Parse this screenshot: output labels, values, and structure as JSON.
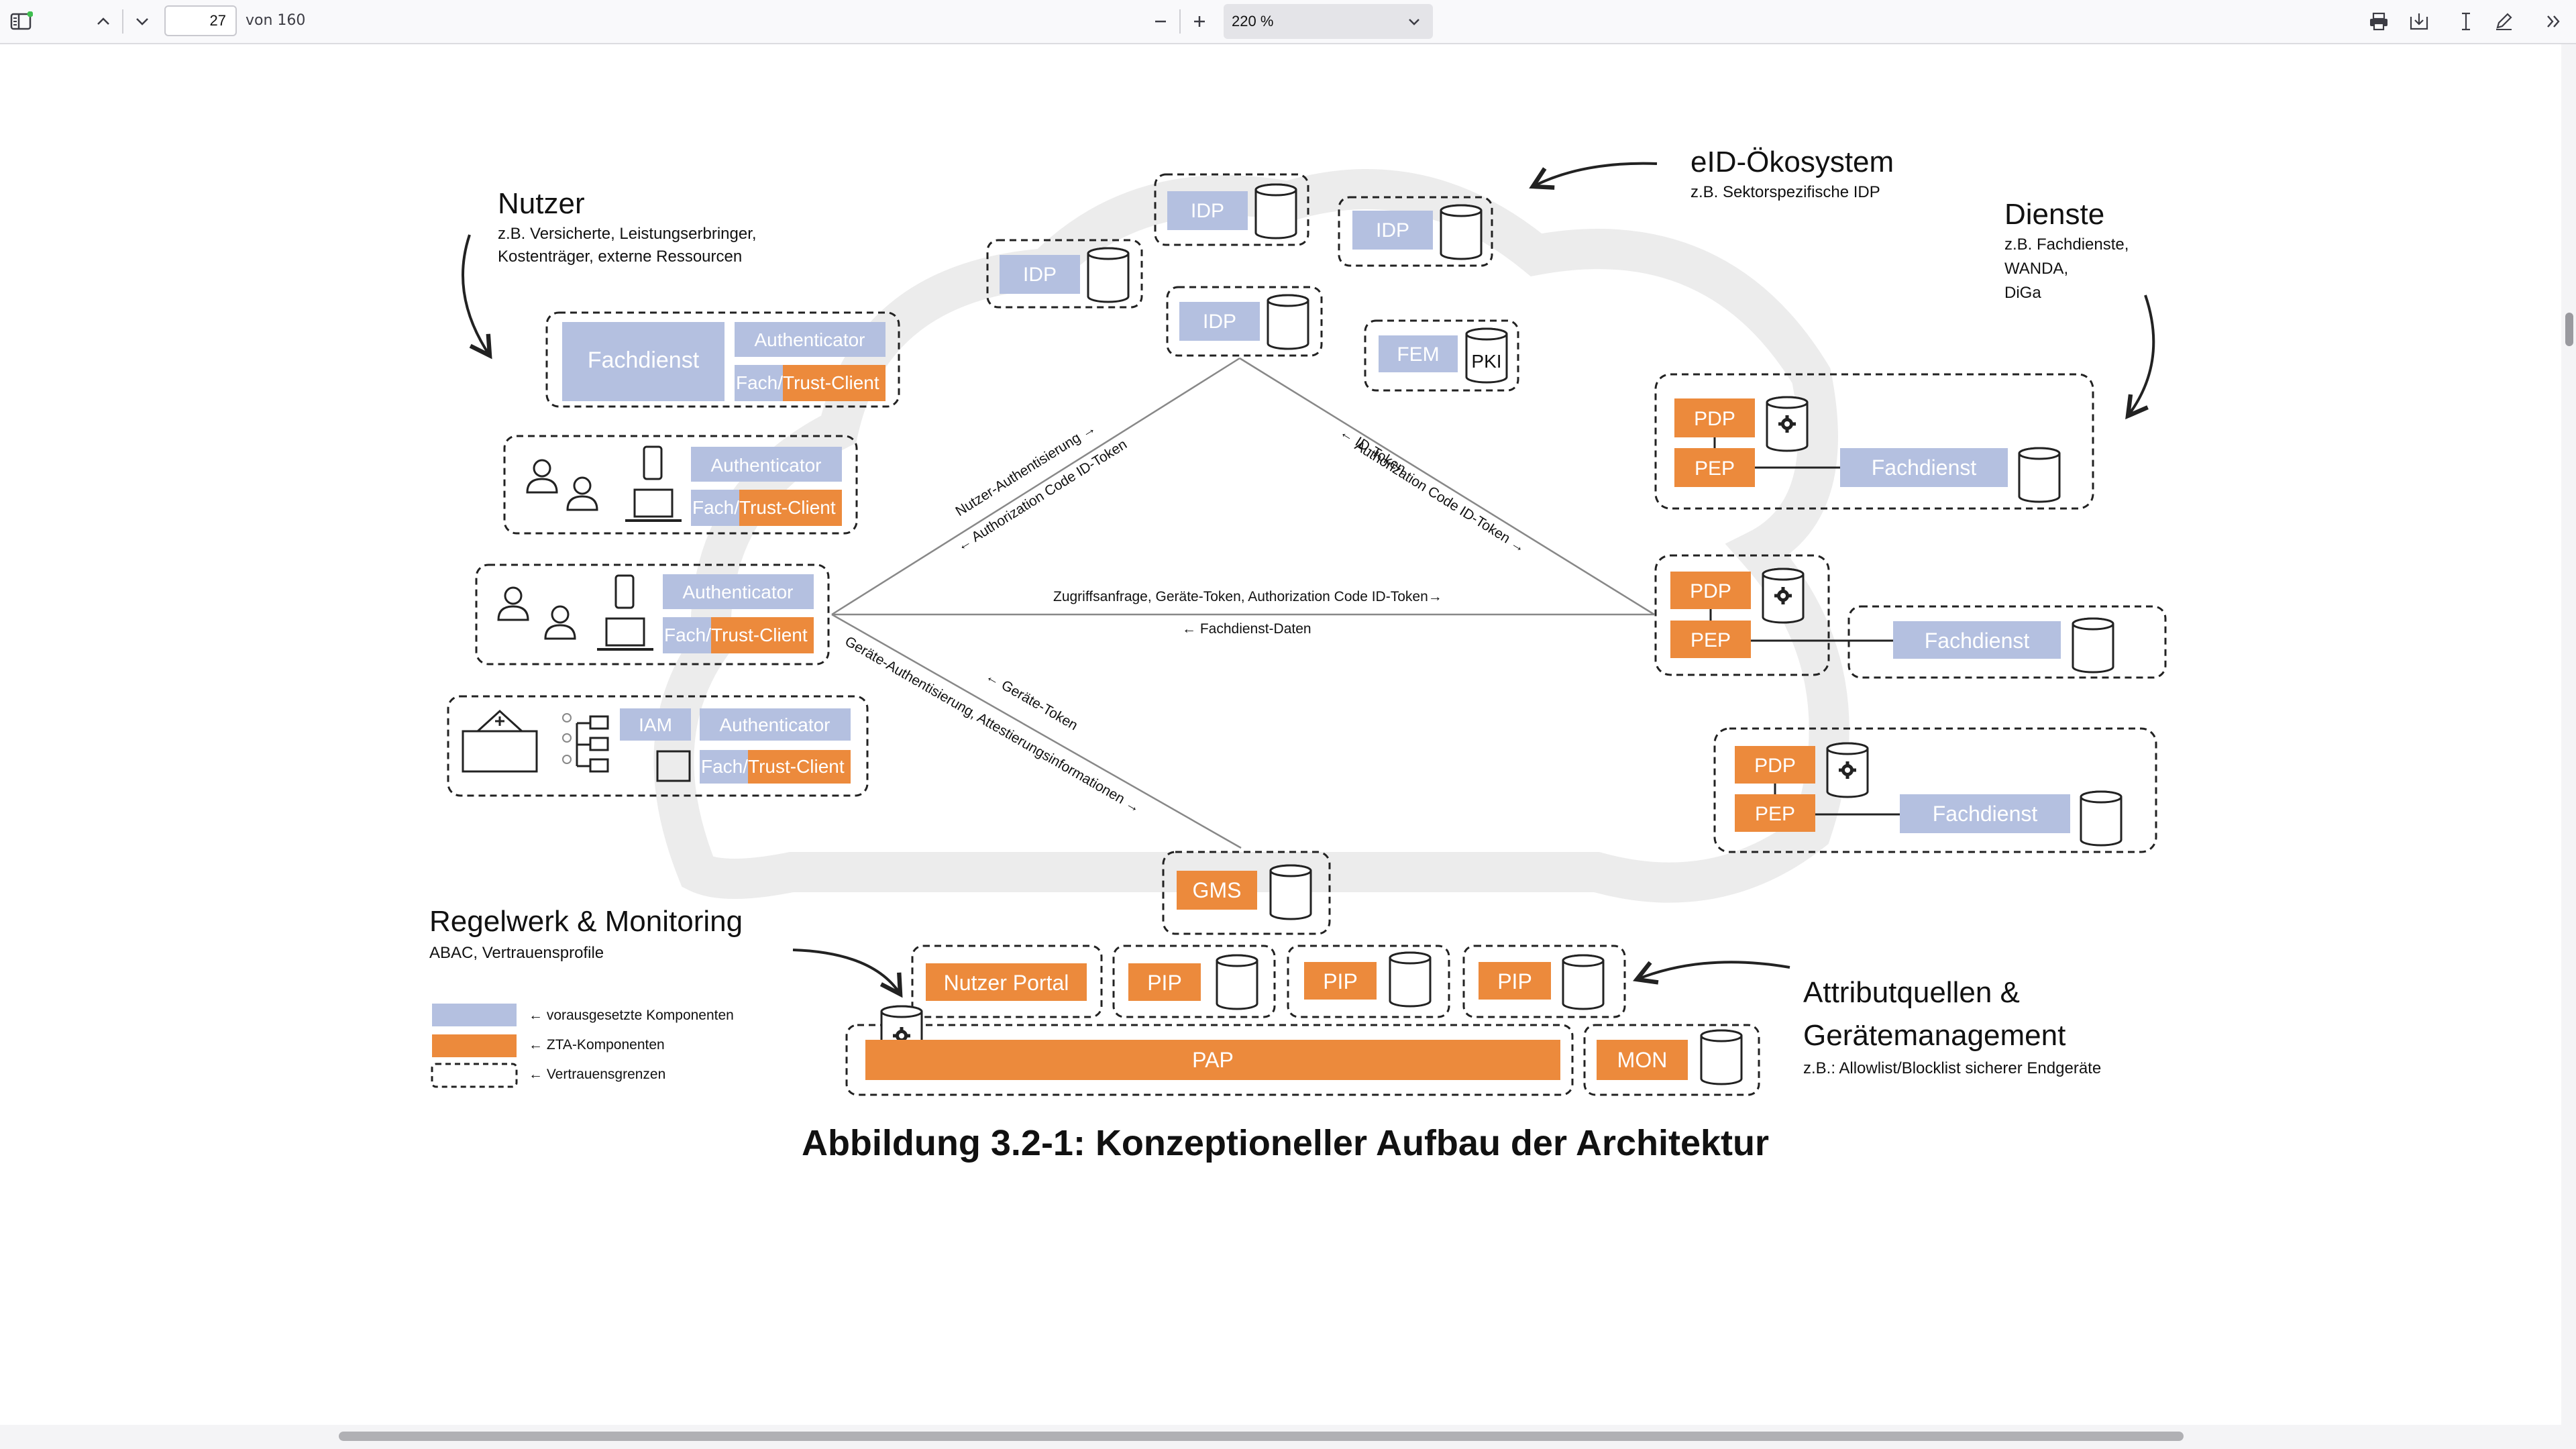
{
  "toolbar": {
    "page_current": "27",
    "page_total": "von 160",
    "zoom_value": "220 %"
  },
  "figure": {
    "caption": "Abbildung 3.2-1: Konzeptioneller Aufbau der Architektur",
    "nutzer": {
      "title": "Nutzer",
      "subtitle_1": "z.B. Versicherte, Leistungserbringer,",
      "subtitle_2": "Kostenträger, externe Ressourcen"
    },
    "eid": {
      "title": "eID-Ökosystem",
      "subtitle": "z.B. Sektorspezifische IDP"
    },
    "dienste": {
      "title": "Dienste",
      "subtitle_1": "z.B. Fachdienste,",
      "subtitle_2": "WANDA,",
      "subtitle_3": "DiGa"
    },
    "regelwerk": {
      "title": "Regelwerk & Monitoring",
      "subtitle": "ABAC, Vertrauensprofile"
    },
    "attribut": {
      "title_1": "Attributquellen &",
      "title_2": "Gerätemanagement",
      "subtitle": "z.B.: Allowlist/Blocklist sicherer Endgeräte"
    },
    "legend": {
      "vorausgesetzt": "← vorausgesetzte Komponenten",
      "zta": "← ZTA-Komponenten",
      "vertrauen": "← Vertrauensgrenzen"
    },
    "labels": {
      "fachdienst": "Fachdienst",
      "authenticator": "Authenticator",
      "fach": "Fach/",
      "trust_client": "Trust-Client",
      "idp": "IDP",
      "fem": "FEM",
      "pki": "PKI",
      "iam": "IAM",
      "pdp": "PDP",
      "pep": "PEP",
      "gms": "GMS",
      "nutzer_portal": "Nutzer Portal",
      "pip": "PIP",
      "pap": "PAP",
      "mon": "MON"
    },
    "flows": {
      "nutzer_auth": "Nutzer-Authentisierung →",
      "auth_code_id_token_left": "← Authorization Code ID-Token",
      "id_token": "← ID-Token",
      "auth_code_id_token_right": "Authorization Code ID-Token →",
      "zugriff": "Zugriffsanfrage, Geräte-Token, Authorization Code ID-Token→",
      "fachdienst_daten": "← Fachdienst-Daten",
      "geraete_token": "← Geräte-Token",
      "geraete_auth": "Geräte-Authentisierung, Attestierungsinformationen →"
    },
    "colors": {
      "blue": "#b4c0e0",
      "orange": "#ec8a3c",
      "cloud": "#ececec"
    }
  }
}
